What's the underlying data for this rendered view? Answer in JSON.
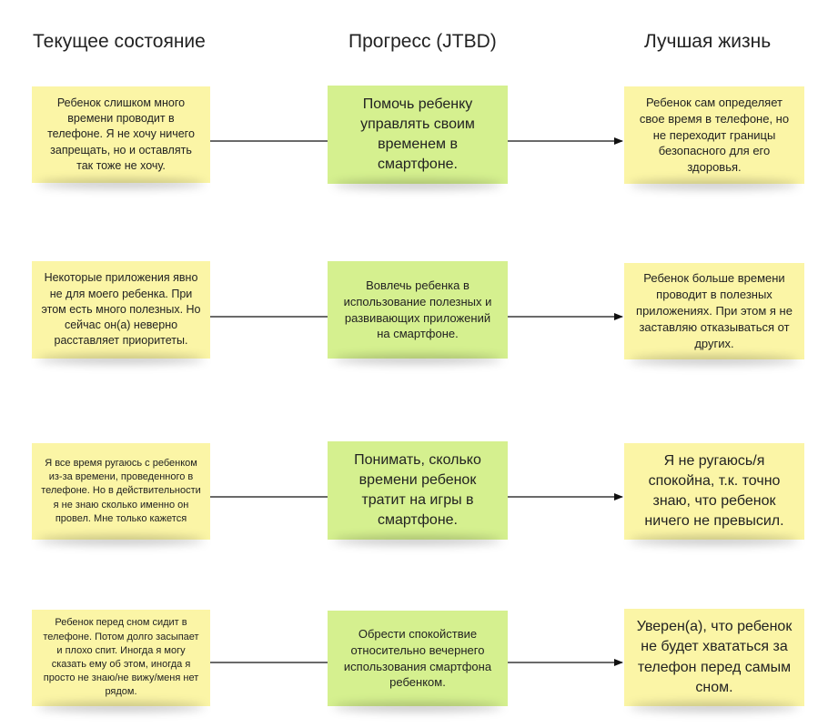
{
  "headers": {
    "current": "Текущее состояние",
    "progress": "Прогресс (JTBD)",
    "better": "Лучшая жизнь"
  },
  "rows": [
    {
      "current": "Ребенок слишком много времени проводит в телефоне. Я не хочу ничего запрещать, но и оставлять так тоже не хочу.",
      "progress": "Помочь ребенку управлять своим временем в смартфоне.",
      "better": "Ребенок сам определяет свое время в телефоне, но не переходит границы безопасного для его здоровья."
    },
    {
      "current": "Некоторые приложения явно не для моего ребенка. При этом есть много полезных. Но сейчас он(а) неверно расставляет приоритеты.",
      "progress": "Вовлечь ребенка в использование полезных и развивающих приложений на смартфоне.",
      "better": "Ребенок больше времени проводит в полезных приложениях. При этом я не заставляю отказываться от других."
    },
    {
      "current": "Я все время ругаюсь с ребенком из-за времени, проведенного в телефоне. Но в действительности я не знаю сколько именно он провел. Мне только кажется",
      "progress": "Понимать, сколько времени ребенок тратит на игры в смартфоне.",
      "better": "Я не ругаюсь/я спокойна, т.к. точно знаю, что ребенок ничего не превысил."
    },
    {
      "current": "Ребенок перед сном сидит в телефоне. Потом долго засыпает и плохо спит. Иногда я могу сказать ему об этом, иногда я просто не знаю/не вижу/меня нет рядом.",
      "progress": "Обрести спокойствие относительно вечернего использования смартфона ребенком.",
      "better": "Уверен(а), что ребенок не будет хвататься за телефон перед самым сном."
    }
  ],
  "colors": {
    "yellow_note": "#fbf5a6",
    "green_note": "#d5f08f",
    "arrow": "#111111"
  }
}
